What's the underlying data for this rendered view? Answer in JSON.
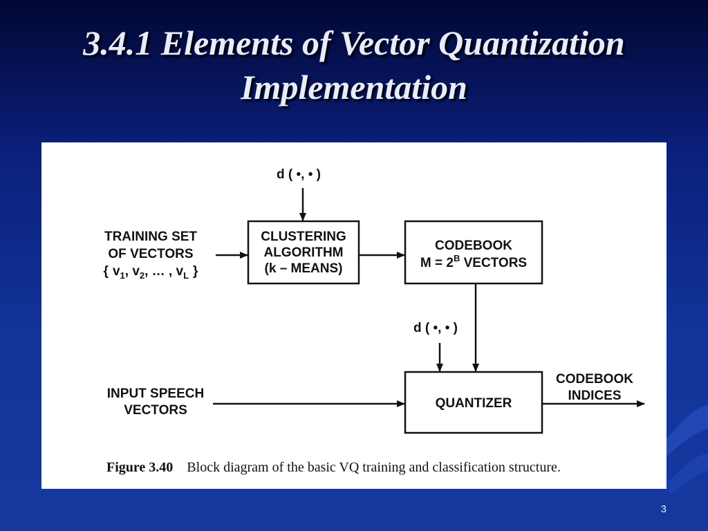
{
  "slide": {
    "title_line1": "3.4.1 Elements of Vector Quantization",
    "title_line2": "Implementation",
    "page_number": "3"
  },
  "diagram": {
    "distance_label_top": "d ( •, • )",
    "distance_label_mid": "d ( •, • )",
    "training_input": {
      "line1": "TRAINING SET",
      "line2": "OF VECTORS",
      "line3_open": "{",
      "line3_v": "v",
      "line3_sub1": "1",
      "line3_sep1": ", v",
      "line3_sub2": "2",
      "line3_sep2": ", … , v",
      "line3_subL": "L",
      "line3_close": "}"
    },
    "clustering_box": {
      "line1": "CLUSTERING",
      "line2": "ALGORITHM",
      "line3": "(k – MEANS)"
    },
    "codebook_box": {
      "line1": "CODEBOOK",
      "line2_prefix": "M = 2",
      "line2_sup": "B",
      "line2_suffix": " VECTORS"
    },
    "speech_input": {
      "line1": "INPUT SPEECH",
      "line2": "VECTORS"
    },
    "quantizer_box": {
      "label": "QUANTIZER"
    },
    "output": {
      "line1": "CODEBOOK",
      "line2": "INDICES"
    },
    "caption": {
      "figure_number": "Figure 3.40",
      "text": "Block diagram of the basic VQ training and classification structure."
    }
  },
  "colors": {
    "background_top": "#020733",
    "background_bottom": "#16389f",
    "title_text": "#e8ecff",
    "panel": "#ffffff",
    "ink": "#111111"
  }
}
